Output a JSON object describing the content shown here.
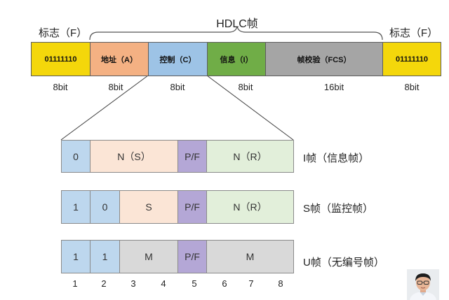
{
  "header": {
    "title": "HDLC帧",
    "flag_left": "标志（F）",
    "flag_right": "标志（F）"
  },
  "frame_fields": [
    {
      "label": "01111110",
      "bits": "8bit",
      "color": "#f4d70b"
    },
    {
      "label": "地址（A）",
      "bits": "8bit",
      "color": "#f4b183"
    },
    {
      "label": "控制（C）",
      "bits": "8bit",
      "color": "#9dc3e6"
    },
    {
      "label": "信息（I）",
      "bits": "8bit",
      "color": "#70ad47"
    },
    {
      "label": "帧校验（FCS）",
      "bits": "16bit",
      "color": "#a5a5a5"
    },
    {
      "label": "01111110",
      "bits": "8bit",
      "color": "#f4d70b"
    }
  ],
  "control_formats": [
    {
      "name": "I帧（信息帧）",
      "cells": [
        {
          "text": "0",
          "color": "#bdd7ee"
        },
        {
          "text": "N（S）",
          "color": "#fbe5d6"
        },
        {
          "text": "P/F",
          "color": "#b4a7d6"
        },
        {
          "text": "N（R）",
          "color": "#e2efda"
        }
      ]
    },
    {
      "name": "S帧（监控帧）",
      "cells": [
        {
          "text": "1",
          "color": "#bdd7ee"
        },
        {
          "text": "0",
          "color": "#bdd7ee"
        },
        {
          "text": "S",
          "color": "#fbe5d6"
        },
        {
          "text": "P/F",
          "color": "#b4a7d6"
        },
        {
          "text": "N（R）",
          "color": "#e2efda"
        }
      ]
    },
    {
      "name": "U帧（无编号帧）",
      "cells": [
        {
          "text": "1",
          "color": "#bdd7ee"
        },
        {
          "text": "1",
          "color": "#bdd7ee"
        },
        {
          "text": "M",
          "color": "#d9d9d9"
        },
        {
          "text": "P/F",
          "color": "#b4a7d6"
        },
        {
          "text": "M",
          "color": "#d9d9d9"
        }
      ]
    }
  ],
  "bit_positions": [
    "1",
    "2",
    "3",
    "4",
    "5",
    "6",
    "7",
    "8"
  ]
}
